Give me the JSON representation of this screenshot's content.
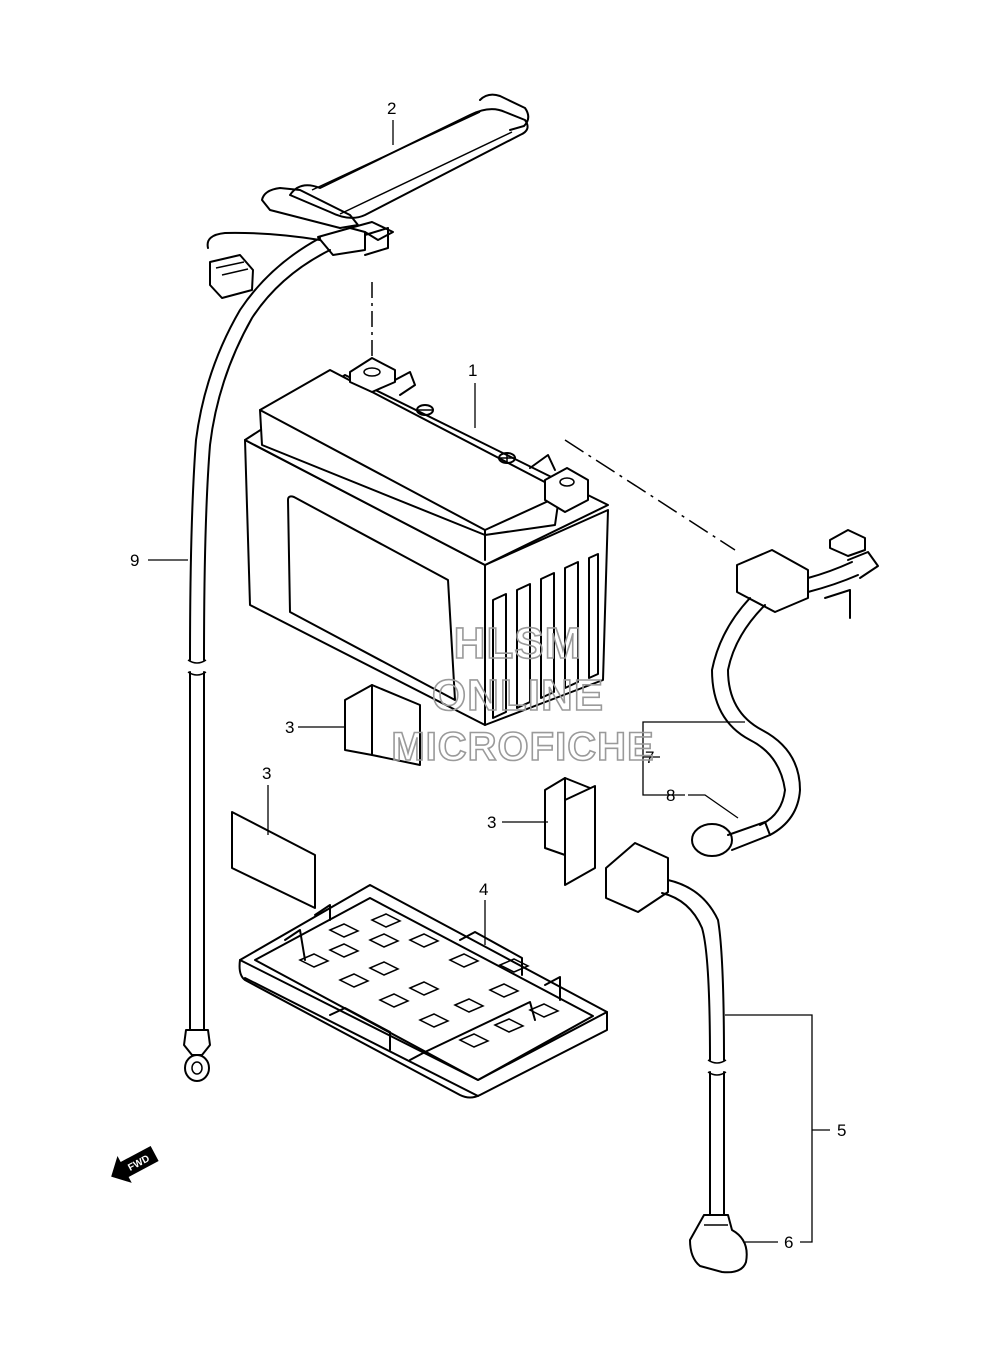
{
  "callouts": {
    "c1": "1",
    "c2": "2",
    "c3a": "3",
    "c3b": "3",
    "c3c": "3",
    "c4": "4",
    "c5": "5",
    "c6": "6",
    "c7": "7",
    "c8": "8",
    "c9": "9"
  },
  "watermark": {
    "line1": "HLSM",
    "line2": "ONLINE",
    "line3": "MICROFICHE"
  },
  "fwd_label": "FWD"
}
